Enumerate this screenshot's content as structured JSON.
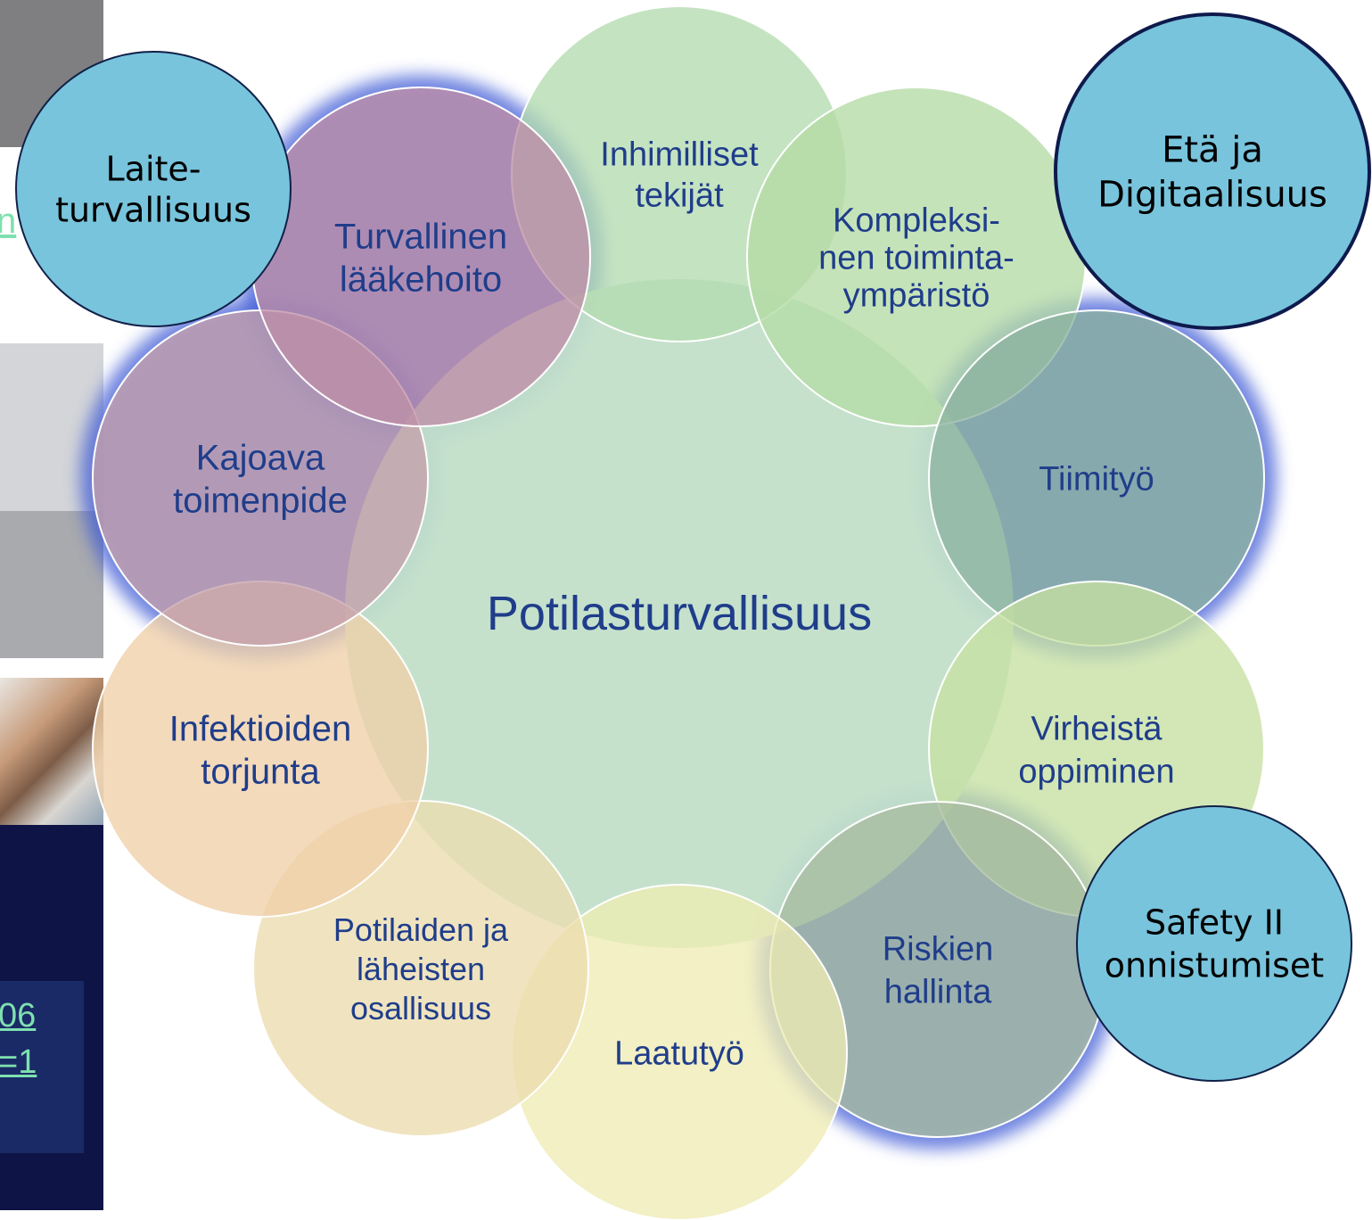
{
  "center": {
    "label": "Potilasturvallisuus"
  },
  "topics": [
    {
      "id": "inhimilliset",
      "lines": [
        "Inhimilliset",
        "tekijät"
      ],
      "color": "#b3dbb0",
      "halo": false
    },
    {
      "id": "kompleksinen",
      "lines": [
        "Kompleksi-",
        "nen toiminta-",
        "ympäristö"
      ],
      "color": "#b5dba5",
      "halo": false
    },
    {
      "id": "tiimityo",
      "lines": [
        "Tiimityö"
      ],
      "color": "#8db3a0",
      "halo": true
    },
    {
      "id": "virheista",
      "lines": [
        "Virheistä",
        "oppiminen"
      ],
      "color": "#c7e0a2",
      "halo": false
    },
    {
      "id": "riskien",
      "lines": [
        "Riskien",
        "hallinta"
      ],
      "color": "#a8bd9f",
      "halo": true
    },
    {
      "id": "laatutyo",
      "lines": [
        "Laatutyö"
      ],
      "color": "#eeecb4",
      "halo": false
    },
    {
      "id": "potilaiden",
      "lines": [
        "Potilaiden ja",
        "läheisten",
        "osallisuus"
      ],
      "color": "#ecdcae",
      "halo": false
    },
    {
      "id": "infektioiden",
      "lines": [
        "Infektioiden",
        "torjunta"
      ],
      "color": "#f0d0a8",
      "halo": false
    },
    {
      "id": "kajoava",
      "lines": [
        "Kajoava",
        "toimenpide"
      ],
      "color": "#c5a0ab",
      "halo": true
    },
    {
      "id": "turvallinen",
      "lines": [
        "Turvallinen",
        "lääkehoito"
      ],
      "color": "#bf8ea7",
      "halo": true
    }
  ],
  "callouts": [
    {
      "id": "laite",
      "lines": [
        "Laite-",
        "turvallisuus"
      ],
      "color": "#78c4dc"
    },
    {
      "id": "eta",
      "lines": [
        "Etä ja",
        "Digitaalisuus"
      ],
      "color": "#78c4dc"
    },
    {
      "id": "safety",
      "lines": [
        "Safety II",
        "onnistumiset"
      ],
      "color": "#78c4dc"
    }
  ],
  "background_fragments": {
    "link_top": "n",
    "link_bottom_1": "06",
    "link_bottom_2": "=1"
  }
}
